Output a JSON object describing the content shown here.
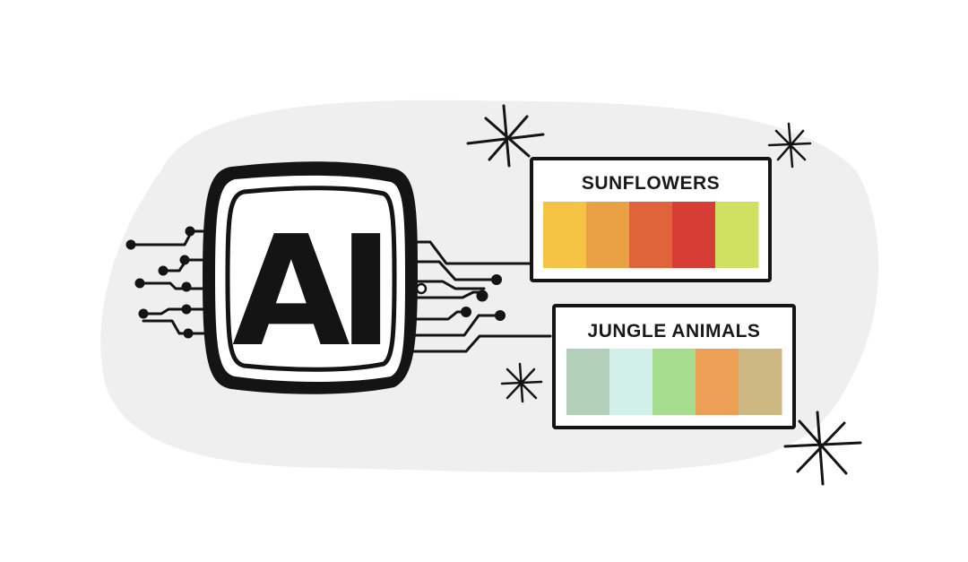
{
  "chip": {
    "text": "AI",
    "icon": "ai-chip-icon"
  },
  "palettes": [
    {
      "title": "SUNFLOWERS",
      "colors": [
        "#F5C343",
        "#EAA143",
        "#E0643A",
        "#D73C35",
        "#CFE160"
      ]
    },
    {
      "title": "JUNGLE ANIMALS",
      "colors": [
        "#B3D0BB",
        "#D2F0EA",
        "#A6DC8D",
        "#EDA055",
        "#CDB783"
      ]
    }
  ],
  "decorations": [
    "sparkle-icon",
    "sparkle-icon",
    "sparkle-icon",
    "sparkle-icon"
  ],
  "colors": {
    "background_blob": "#EFEFEF",
    "ink": "#141414",
    "frame_bg": "#FFFFFF"
  }
}
